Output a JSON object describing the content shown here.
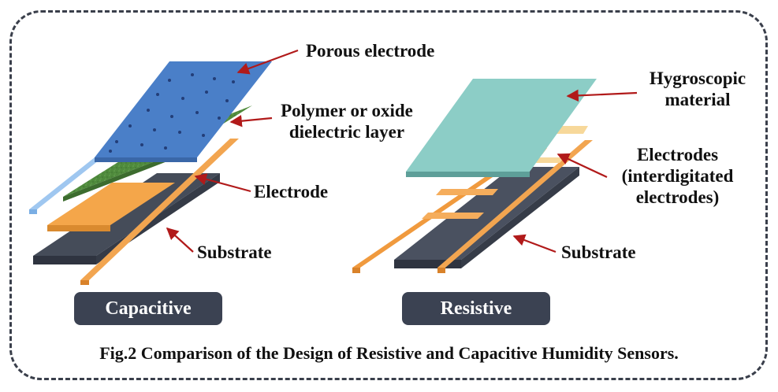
{
  "capacitive": {
    "title": "Capacitive",
    "labels": {
      "porous_electrode": "Porous electrode",
      "dielectric_line1": "Polymer or oxide",
      "dielectric_line2": "dielectric layer",
      "electrode": "Electrode",
      "substrate": "Substrate"
    }
  },
  "resistive": {
    "title": "Resistive",
    "labels": {
      "hygroscopic_line1": "Hygroscopic",
      "hygroscopic_line2": "material",
      "electrodes_line1": "Electrodes",
      "electrodes_line2": "(interdigitated",
      "electrodes_line3": "electrodes)",
      "substrate": "Substrate"
    }
  },
  "caption": "Fig.2 Comparison of the Design of Resistive and Capacitive Humidity Sensors.",
  "colors": {
    "substrate": "#454c59",
    "electrode": "#f4a64a",
    "dielectric": "#4f8a3c",
    "porous_electrode": "#4a7fc8",
    "hygroscopic": "#8ccdc6",
    "arrow": "#b11a1a",
    "label_box": "#3b4252"
  }
}
